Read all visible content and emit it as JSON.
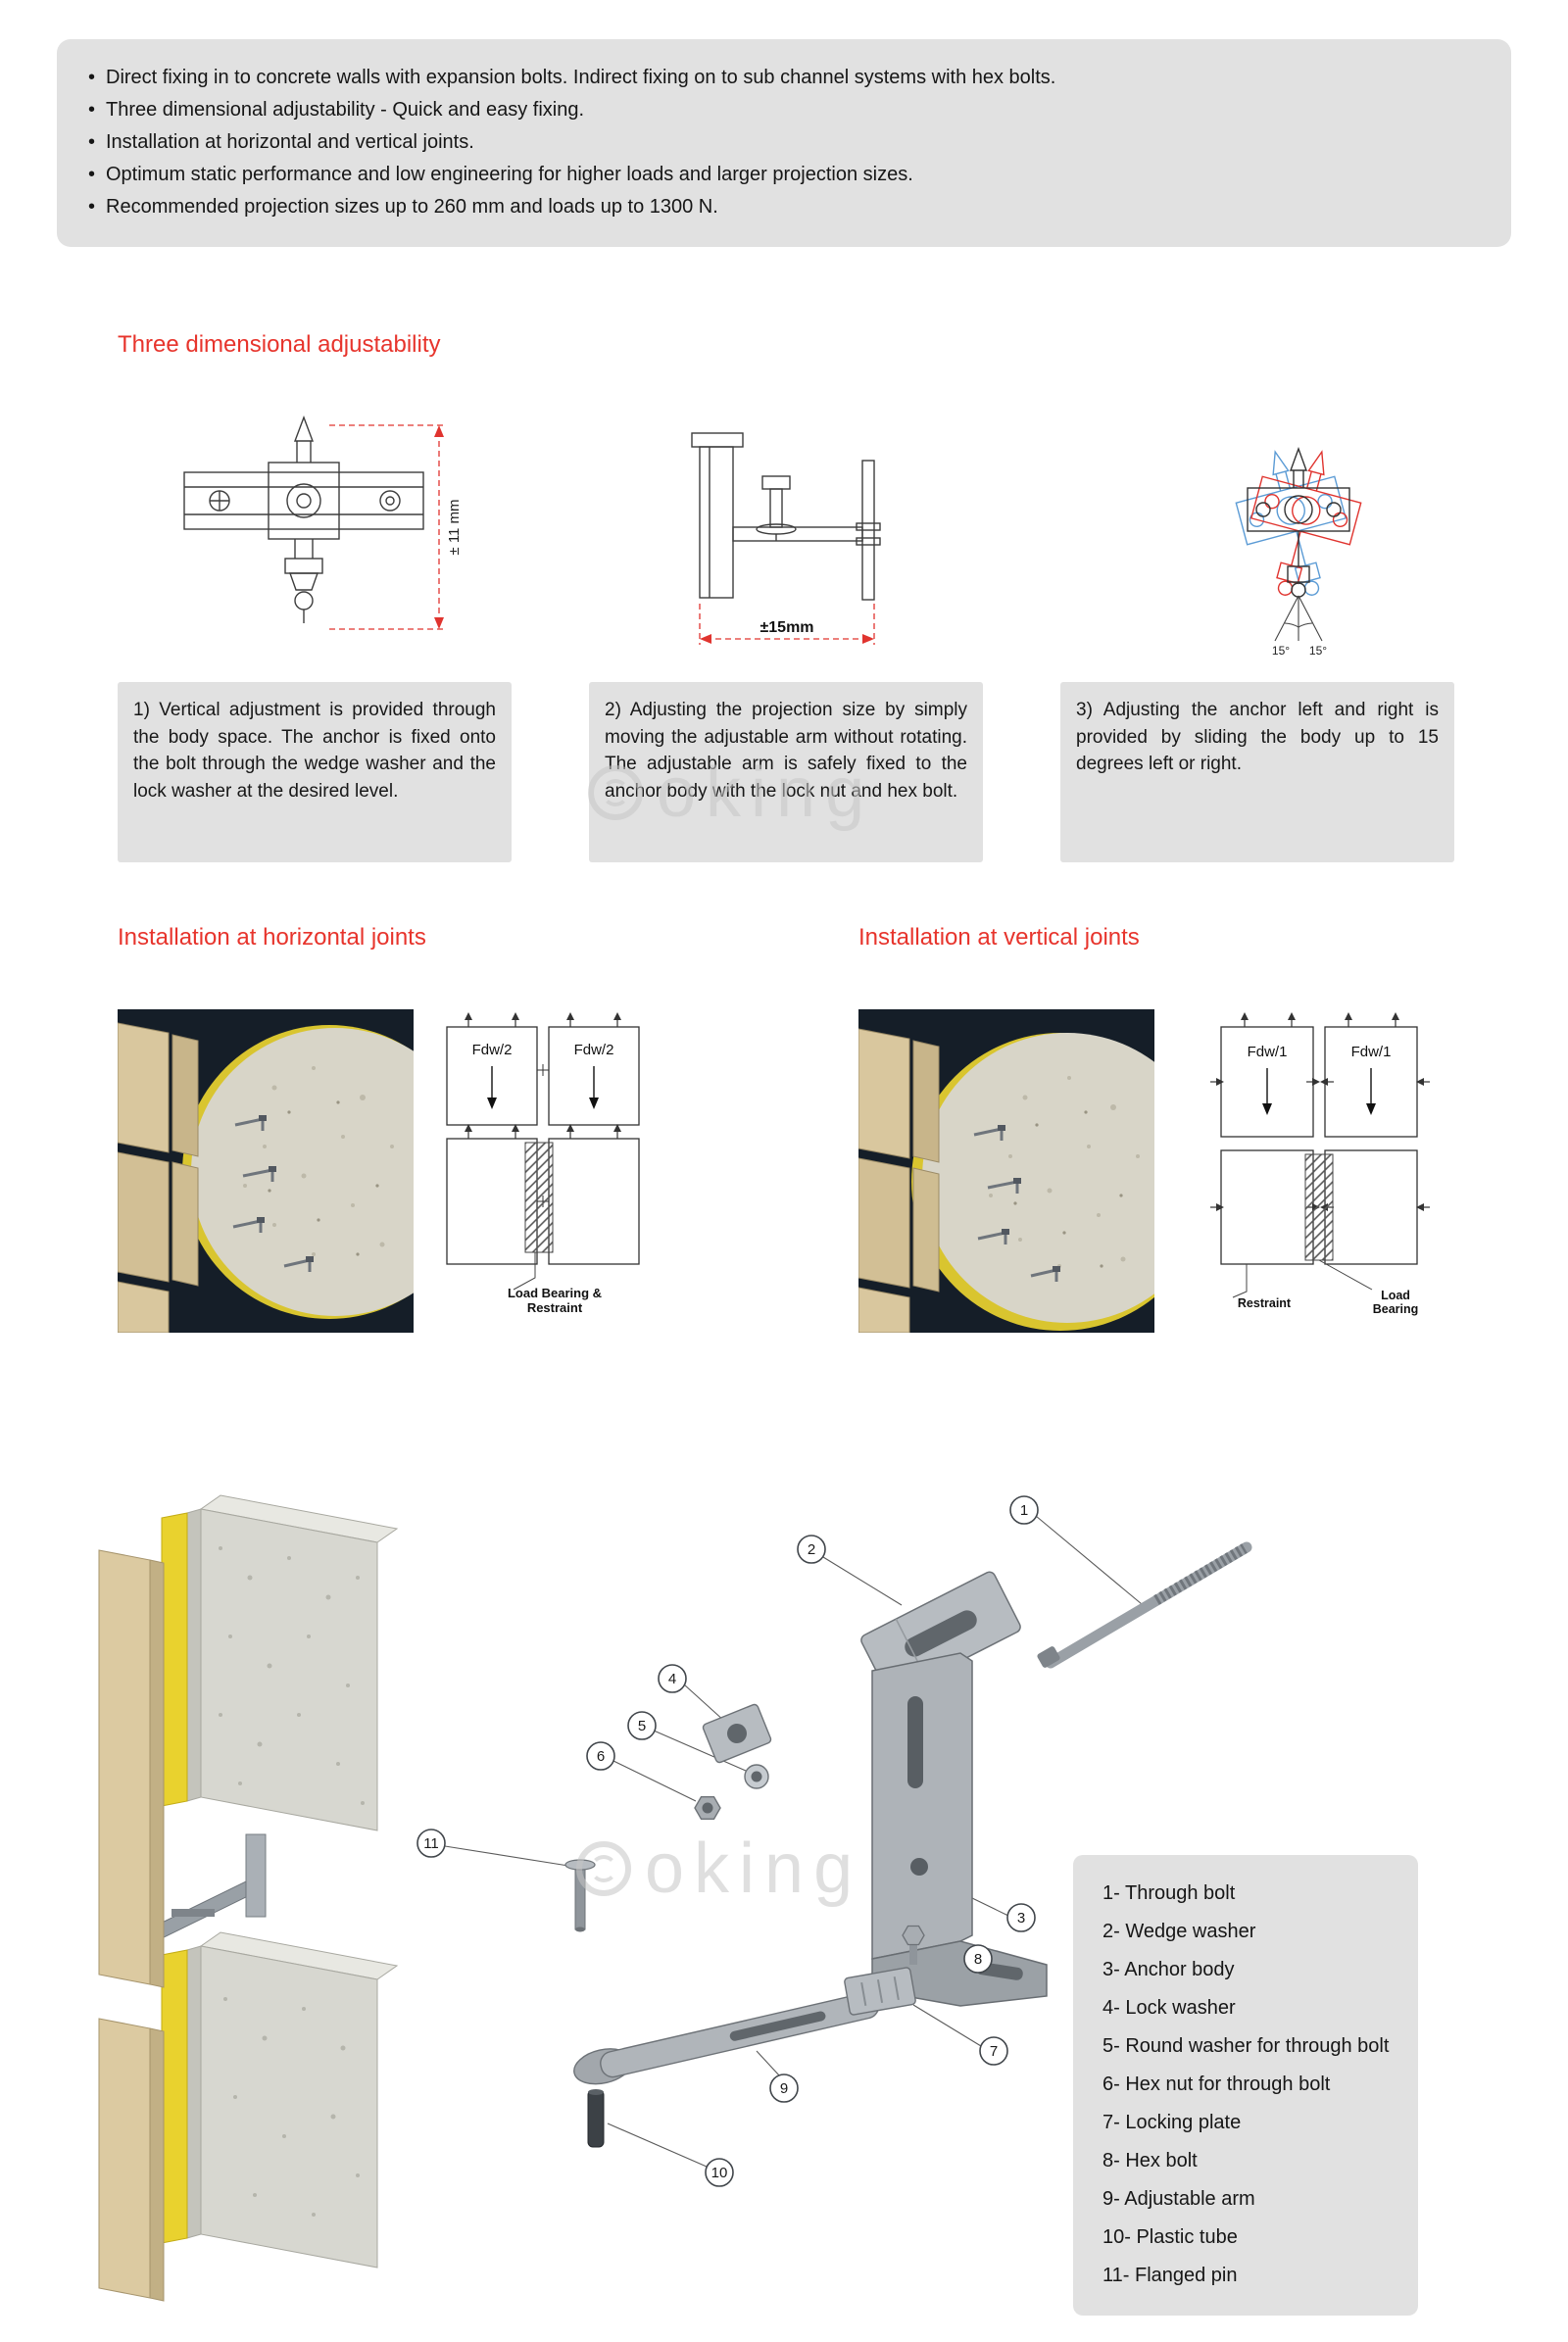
{
  "intro": {
    "bullets": [
      "Direct fixing in to concrete walls with expansion bolts. Indirect fixing on to sub channel systems with hex bolts.",
      "Three dimensional adjustability - Quick and easy fixing.",
      "Installation at horizontal and vertical joints.",
      "Optimum static performance and low engineering for higher loads and larger projection sizes.",
      "Recommended projection sizes up to 260 mm and loads up to 1300 N."
    ]
  },
  "adjustability": {
    "title": "Three dimensional adjustability",
    "dim1": "± 11 mm",
    "dim2": "±15mm",
    "angle_left": "15°",
    "angle_right": "15°",
    "notes": [
      "1) Vertical adjustment is provided through the body space. The anchor is fixed onto the bolt through the wedge washer and the lock washer at the desired level.",
      "2) Adjusting the projection size by simply moving the adjustable arm without rotating. The adjustable arm is safely fixed to the anchor body with the lock nut and hex bolt.",
      "3) Adjusting the anchor left and right is provided by sliding the body up to 15 degrees left or right."
    ]
  },
  "horizontal_joints": {
    "title": "Installation at horizontal joints",
    "force_label_1": "Fdw/2",
    "force_label_2": "Fdw/2",
    "caption_line1": "Load Bearing &",
    "caption_line2": "Restraint"
  },
  "vertical_joints": {
    "title": "Installation at vertical joints",
    "force_label_1": "Fdw/1",
    "force_label_2": "Fdw/1",
    "caption_left": "Restraint",
    "caption_right_line1": "Load",
    "caption_right_line2": "Bearing"
  },
  "exploded": {
    "callouts": [
      "1",
      "2",
      "3",
      "4",
      "5",
      "6",
      "7",
      "8",
      "9",
      "10",
      "11"
    ],
    "parts": [
      "1- Through bolt",
      "2- Wedge washer",
      "3- Anchor body",
      "4- Lock washer",
      "5- Round washer for through bolt",
      "6- Hex nut for through bolt",
      "7- Locking plate",
      "8- Hex bolt",
      "9- Adjustable arm",
      "10- Plastic tube",
      "11- Flanged pin"
    ]
  },
  "watermark": "oking",
  "colors": {
    "heading_red": "#e7342c",
    "panel_gray": "#e1e1e1"
  }
}
